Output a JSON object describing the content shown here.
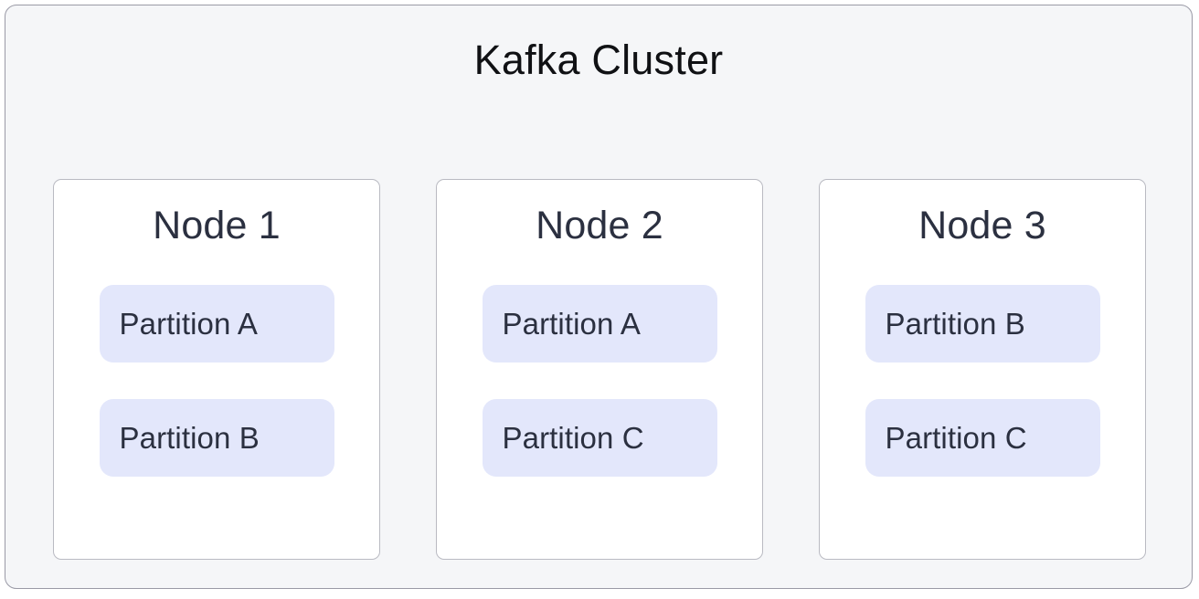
{
  "diagram": {
    "title": "Kafka Cluster",
    "frame_background": "#f5f6f8",
    "frame_border_color": "#9a9aa6",
    "accent_pill_color": "#e3e7fb",
    "text_color": "#2b3040",
    "nodes": [
      {
        "title": "Node 1",
        "partitions": [
          {
            "label": "Partition A"
          },
          {
            "label": "Partition B"
          }
        ]
      },
      {
        "title": "Node 2",
        "partitions": [
          {
            "label": "Partition A"
          },
          {
            "label": "Partition C"
          }
        ]
      },
      {
        "title": "Node 3",
        "partitions": [
          {
            "label": "Partition B"
          },
          {
            "label": "Partition C"
          }
        ]
      }
    ]
  }
}
